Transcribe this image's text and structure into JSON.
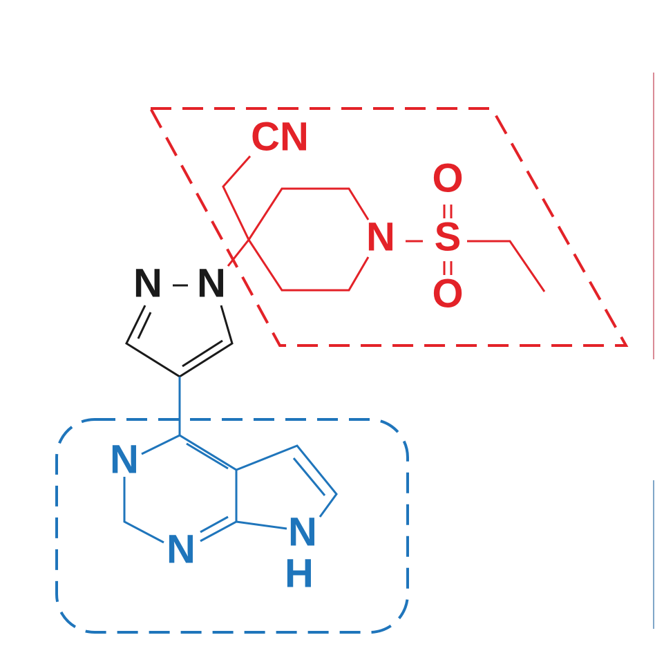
{
  "colors": {
    "core": "#1a1a1a",
    "side_chain": "#e32228",
    "hinge_binder": "#1f75bb"
  },
  "labels": {
    "cn": "CN",
    "piperidine_n": "N",
    "sulfur": "S",
    "oxygen_top": "O",
    "oxygen_bottom": "O",
    "pyrazole_n2": "N",
    "pyrazole_n1": "N",
    "pyrimidine_n3": "N",
    "pyrimidine_n1": "N",
    "pyrrole_n": "N",
    "pyrrole_h": "H"
  }
}
